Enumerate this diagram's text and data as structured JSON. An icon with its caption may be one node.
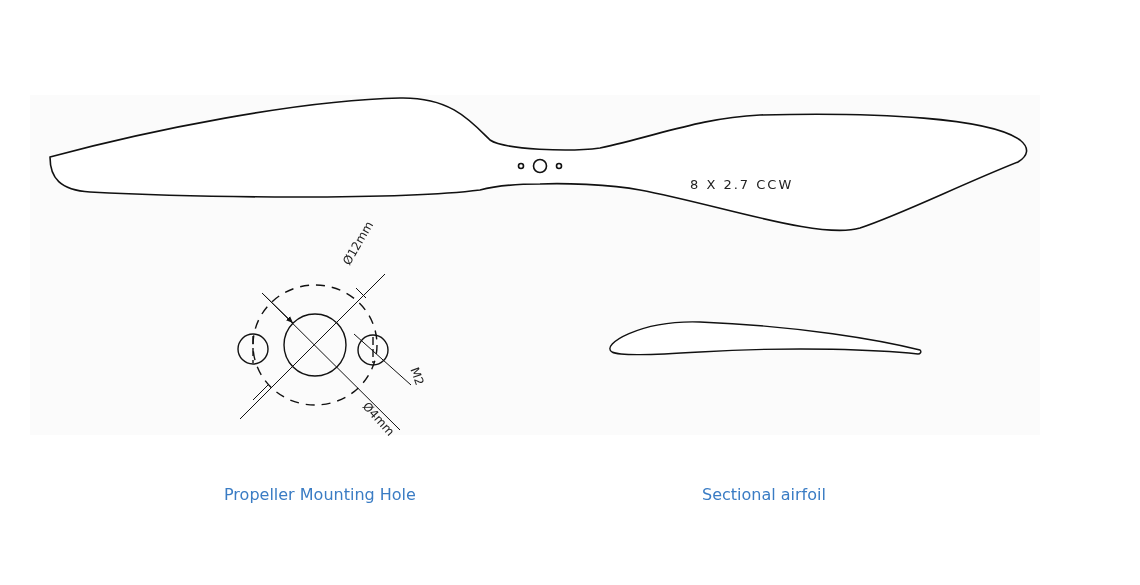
{
  "diagram": {
    "labels": [
      "8 X 2.7 CCW",
      "Ø12mm",
      "M2",
      "Ø4mm",
      "Propeller Mounting Hole",
      "Sectional airfoil"
    ]
  }
}
